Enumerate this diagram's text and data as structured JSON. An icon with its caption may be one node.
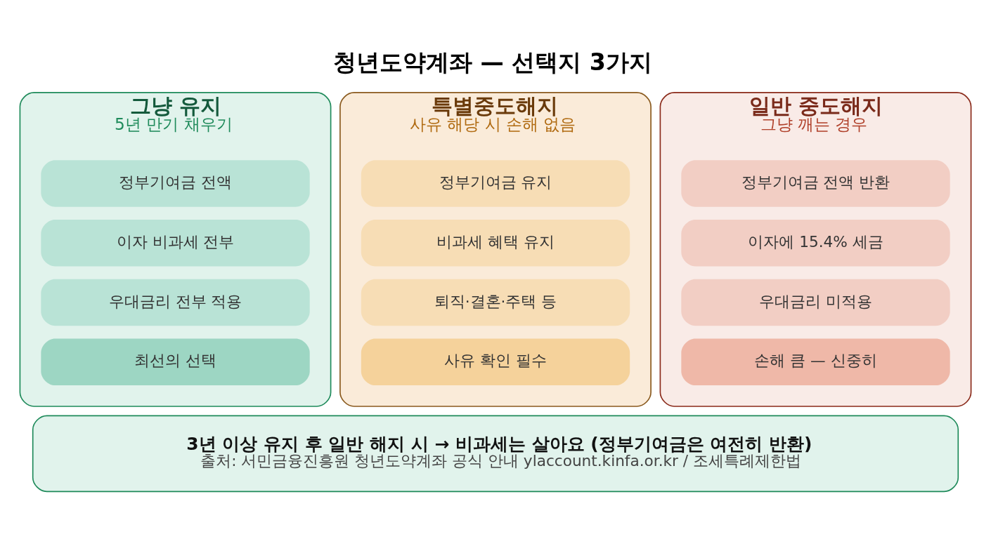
{
  "diagram": {
    "title": "청년도약계좌 — 선택지 3가지",
    "nodes": [
      {
        "text": [
          "그냥 유지",
          "5년 만기 채우기"
        ]
      },
      {
        "text": [
          "정부기여금 전액"
        ],
        "in": 0
      },
      {
        "text": [
          "이자 비과세 전부"
        ],
        "in": 0
      },
      {
        "text": [
          "우대금리 전부 적용"
        ],
        "in": 0
      },
      {
        "text": [
          "최선의 선택"
        ],
        "in": 0
      },
      {
        "text": [
          "특별중도해지",
          "사유 해당 시 손해 없음"
        ]
      },
      {
        "text": [
          "정부기여금 유지"
        ],
        "in": 5
      },
      {
        "text": [
          "비과세 혜택 유지"
        ],
        "in": 5
      },
      {
        "text": [
          "퇴직·결혼·주택 등"
        ],
        "in": 5
      },
      {
        "text": [
          "사유 확인 필수"
        ],
        "in": 5
      },
      {
        "text": [
          "일반 중도해지",
          "그냥 깨는 경우"
        ]
      },
      {
        "text": [
          "정부기여금 전액 반환"
        ],
        "in": 10
      },
      {
        "text": [
          "이자에 15.4% 세금"
        ],
        "in": 10
      },
      {
        "text": [
          "우대금리 미적용"
        ],
        "in": 10
      },
      {
        "text": [
          "손해 큼 — 신중히"
        ],
        "in": 10
      },
      {
        "text": [
          "3년 이상 유지 후 일반 해지 시 → 비과세는 살아요 (정부기여금은 여전히 반환)",
          "출처: 서민금융진흥원 청년도약계좌 공식 안내 ylaccount.kinfa.or.kr / 조세특례제한법"
        ]
      }
    ],
    "edges": []
  }
}
